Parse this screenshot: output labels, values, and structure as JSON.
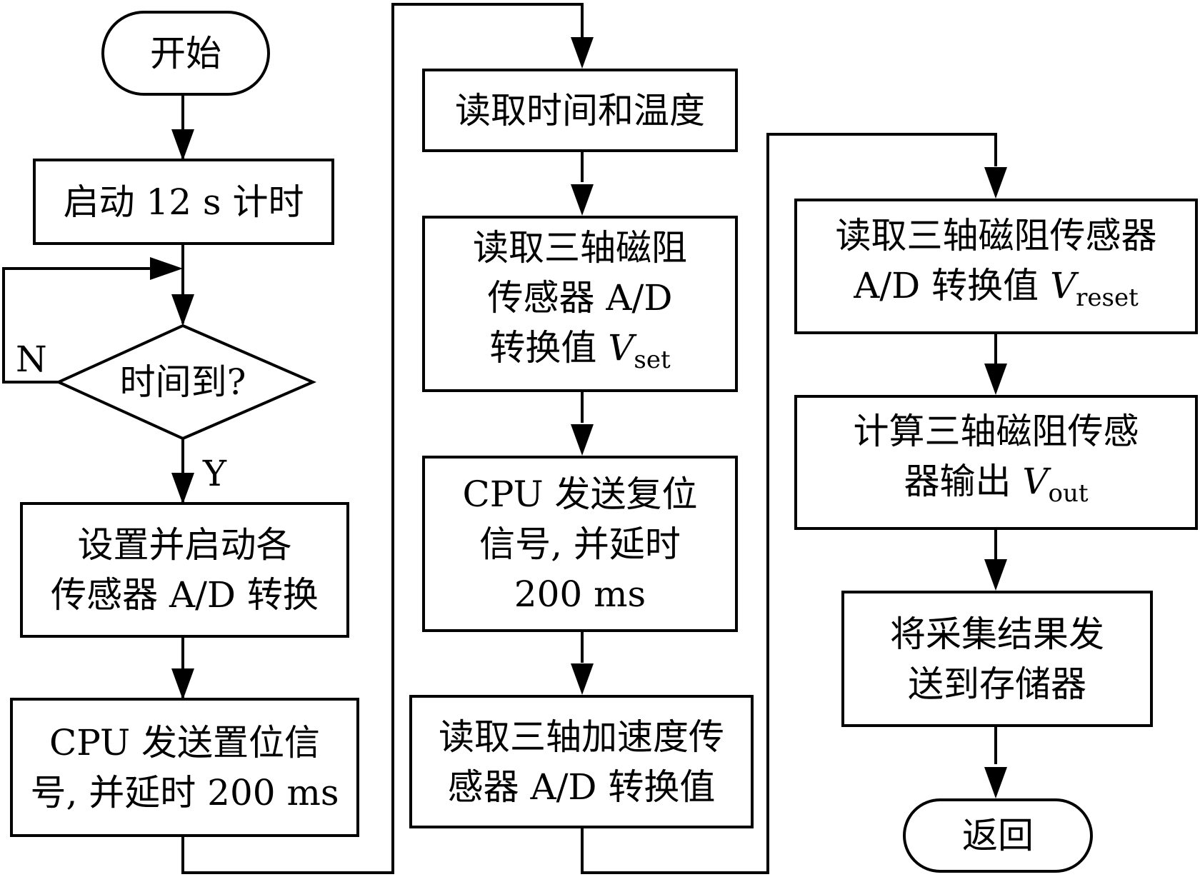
{
  "nodes": {
    "start": "开始",
    "timer": "启动 12 s 计时",
    "decision": "时间到?",
    "setup": [
      "设置并启动各",
      "传感器 A/D 转换"
    ],
    "cpu_set": [
      "CPU 发送置位信",
      "号, 并延时 200 ms"
    ],
    "read_time_temp": "读取时间和温度",
    "read_vset": {
      "lines": [
        "读取三轴磁阻",
        "传感器 A/D",
        "转换值 "
      ],
      "var": "V",
      "sub": "set"
    },
    "cpu_reset": [
      "CPU 发送复位",
      "信号, 并延时",
      "200 ms"
    ],
    "read_accel": [
      "读取三轴加速度传",
      "感器 A/D 转换值"
    ],
    "read_vreset": {
      "lines": [
        "读取三轴磁阻传感器",
        "A/D 转换值 "
      ],
      "var": "V",
      "sub": "reset"
    },
    "compute_vout": {
      "lines": [
        "计算三轴磁阻传感",
        "器输出 "
      ],
      "var": "V",
      "sub": "out"
    },
    "send_storage": [
      "将采集结果发",
      "送到存储器"
    ],
    "return": "返回"
  },
  "labels": {
    "no": "N",
    "yes": "Y"
  }
}
